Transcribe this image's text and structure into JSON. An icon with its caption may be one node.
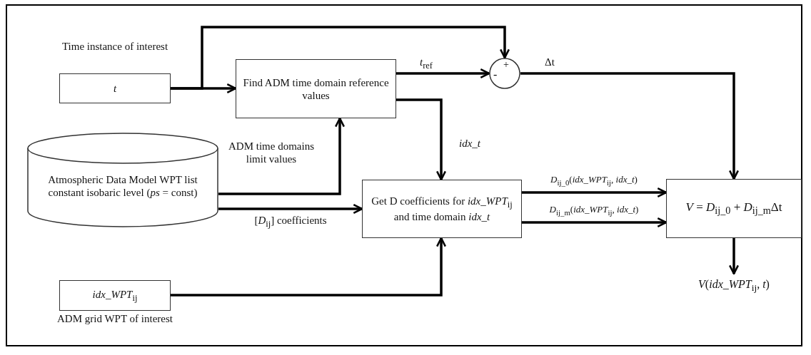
{
  "diagram": {
    "nodes": [
      {
        "text": [
          "t"
        ],
        "beside": [
          "Time instance of interest"
        ]
      },
      {
        "text": [
          "Find ADM time domain reference values"
        ]
      },
      {
        "text": [
          "-",
          "+"
        ]
      },
      {
        "text": [
          "Atmospheric Data Model WPT list constant isobaric level (*ps* = const)"
        ]
      },
      {
        "text": [
          "Get D coefficients for *idx_WPT*$_{ij}$ and time domain *idx_t*"
        ]
      },
      {
        "text": [
          "*V* = *D*$_{ij_0}$ + *D*$_{ij_m}$Δt"
        ]
      },
      {
        "text": [
          "*idx_WPT*$_{ij}$"
        ],
        "beside": [
          "ADM grid WPT of interest"
        ]
      },
      {
        "text": [
          "*V*(*idx_WPT*$_{ij}$, *t*)"
        ]
      }
    ],
    "edges": [
      {
        "from": 0,
        "to": 1,
        "arrow": "to"
      },
      {
        "from": 0,
        "to": 2,
        "arrow": "to"
      },
      {
        "from": 1,
        "to": 2,
        "label": "*t*$_{ref}$",
        "arrow": "to"
      },
      {
        "from": 2,
        "to": 5,
        "label": "Δt",
        "arrow": "to"
      },
      {
        "from": 1,
        "to": 4,
        "label": "idx_t",
        "arrow": "to"
      },
      {
        "from": 3,
        "to": 1,
        "label": "ADM time domains limit values",
        "arrow": "to"
      },
      {
        "from": 3,
        "to": 4,
        "label": "[*D*$_{ij}$] coefficients",
        "arrow": "to"
      },
      {
        "from": 4,
        "to": 5,
        "label": "*D*$_{ij_0}$(*idx_WPT*$_{ij}$, *idx_t*)",
        "arrow": "to"
      },
      {
        "from": 4,
        "to": 5,
        "label": "*D*$_{ij_m}$(*idx_WPT*$_{ij}$, *idx_t*)",
        "arrow": "to"
      },
      {
        "from": 6,
        "to": 4,
        "arrow": "to"
      },
      {
        "from": 5,
        "to": 7,
        "arrow": "to"
      }
    ]
  }
}
